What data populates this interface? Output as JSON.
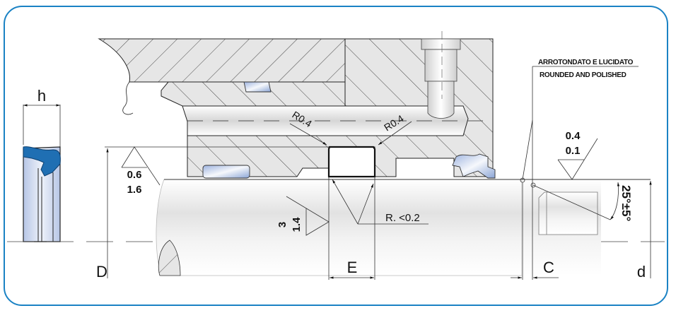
{
  "diagram": {
    "title": "Rod seal housing installation drawing",
    "colors": {
      "frame": "#1a82c4",
      "seal_blue": "#1f6fb3",
      "seal_light": "#b9c9e6",
      "metal_hatch": "#e3e3e3",
      "rod": "#f0f0f0"
    },
    "dimensions": {
      "seal_width": "h",
      "housing_diameter": "D",
      "groove_width": "E",
      "chamfer_length": "C",
      "rod_diameter": "d"
    },
    "radii": {
      "groove_corner_left": "R0.4",
      "groove_corner_right": "R0.4",
      "groove_bottom": "R. <0.2"
    },
    "roughness": {
      "housing_bore": {
        "upper": "0.6",
        "lower": "1.6"
      },
      "groove_flank": {
        "upper": "3",
        "lower": "1.4"
      },
      "rod_surface": {
        "upper": "0.4",
        "lower": "0.1"
      }
    },
    "angle": "25°±5°",
    "notes": {
      "italian": "ARROTONDATO E LUCIDATO",
      "english": "ROUNDED AND POLISHED"
    }
  }
}
